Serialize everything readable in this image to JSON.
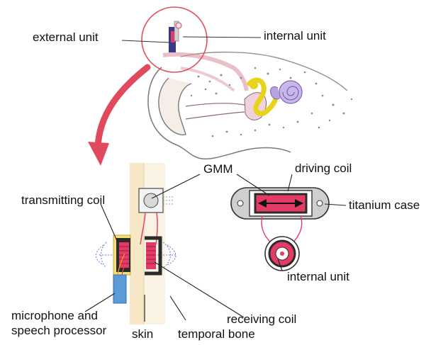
{
  "labels": {
    "external_unit": "external unit",
    "internal_unit_top": "internal unit",
    "gmm": "GMM",
    "driving_coil": "driving coil",
    "titanium_case": "titanium case",
    "transmitting_coil": "transmitting coil",
    "internal_unit_bottom": "internal unit",
    "microphone_line1": "microphone and",
    "microphone_line2": "speech processor",
    "skin": "skin",
    "temporal_bone": "temporal bone",
    "receiving_coil": "receiving coil"
  },
  "colors": {
    "magnifier_circle": "#e0505e",
    "arrow": "#e04a5c",
    "skin": "#f6e7c6",
    "bone": "#faf2e2",
    "coil": "#e43b66",
    "coil_dark": "#2b2b2b",
    "case_gray": "#c9c9c9",
    "ossicles": "#e8d21a",
    "cochlea": "#b9a2e0",
    "ear_outline": "#7a7a7a",
    "processor_blue": "#5b9bd6",
    "field_lines": "#6b74d8"
  }
}
